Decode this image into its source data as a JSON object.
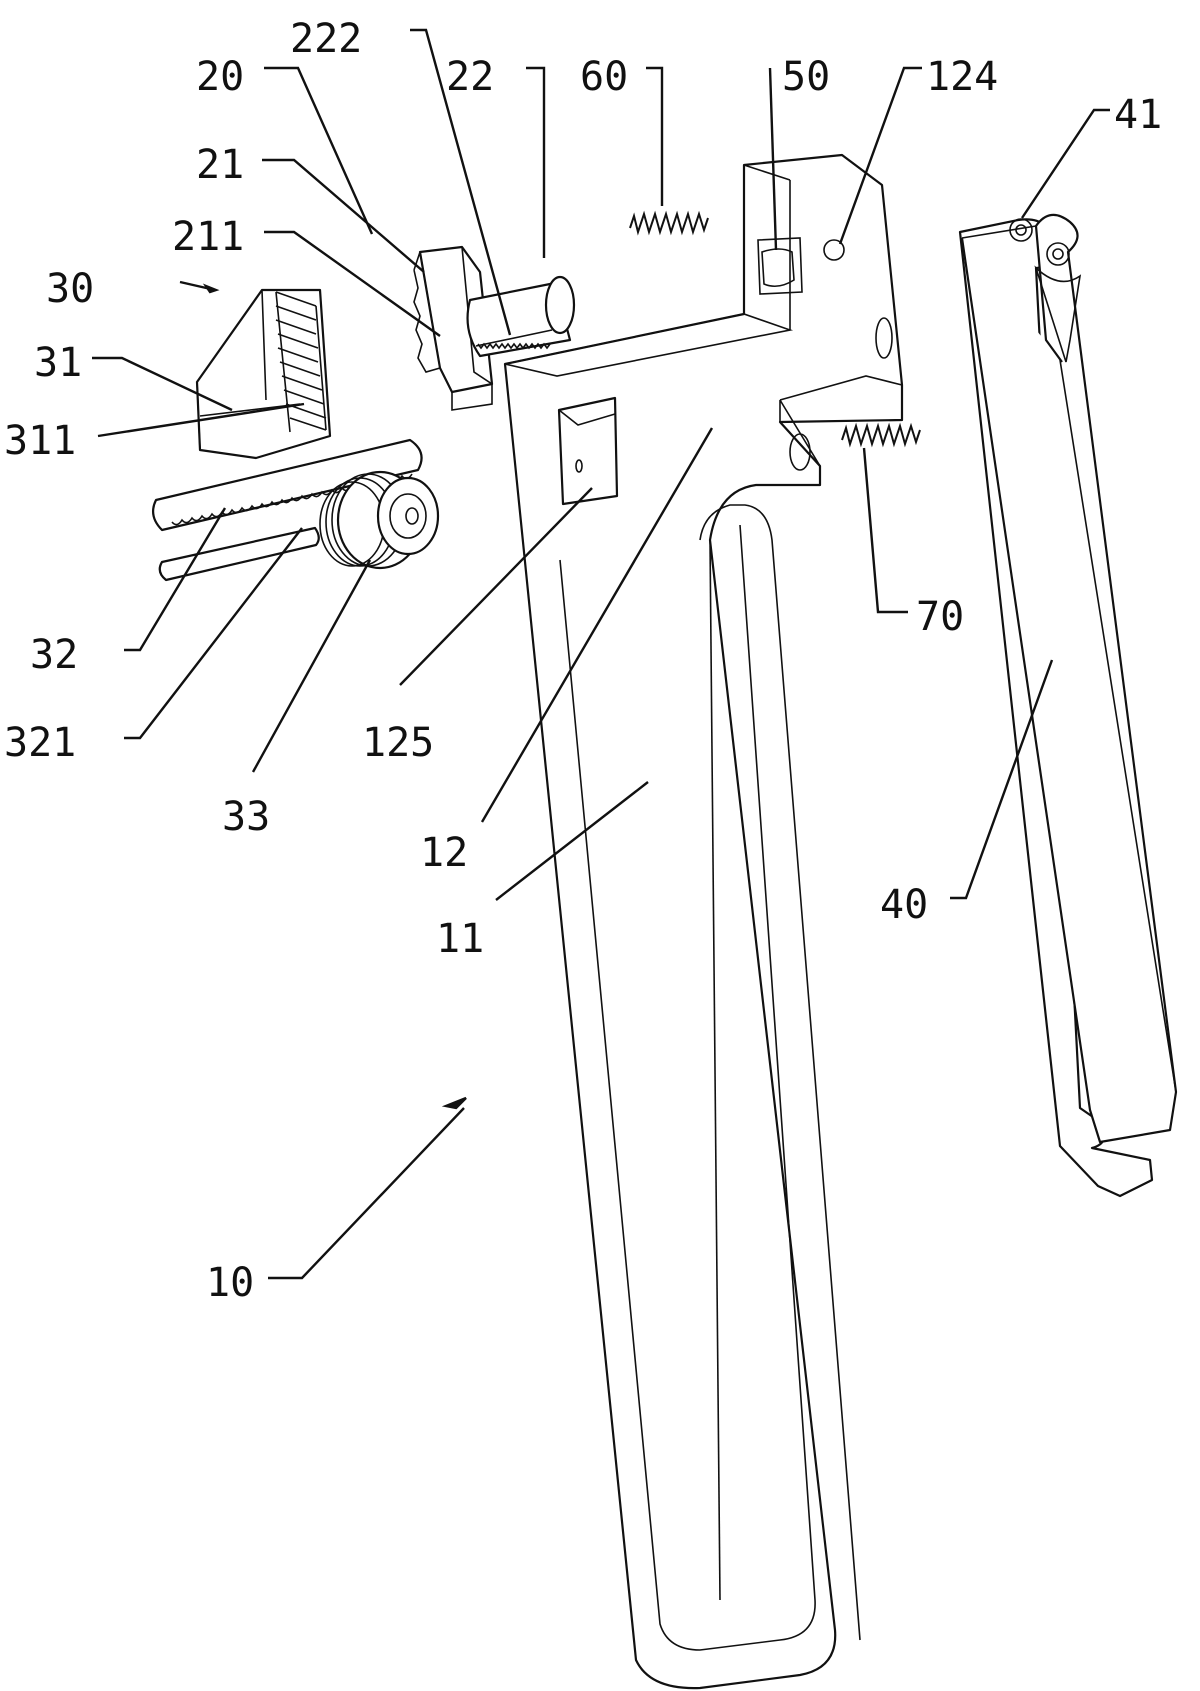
{
  "figure": {
    "labels": {
      "10": "10",
      "11": "11",
      "12": "12",
      "20": "20",
      "21": "21",
      "22": "22",
      "30": "30",
      "31": "31",
      "32": "32",
      "33": "33",
      "40": "40",
      "41": "41",
      "50": "50",
      "60": "60",
      "70": "70",
      "124": "124",
      "125": "125",
      "211": "211",
      "222": "222",
      "311": "311",
      "321": "321"
    }
  },
  "colors": {
    "line": "#111111",
    "background": "#ffffff"
  }
}
